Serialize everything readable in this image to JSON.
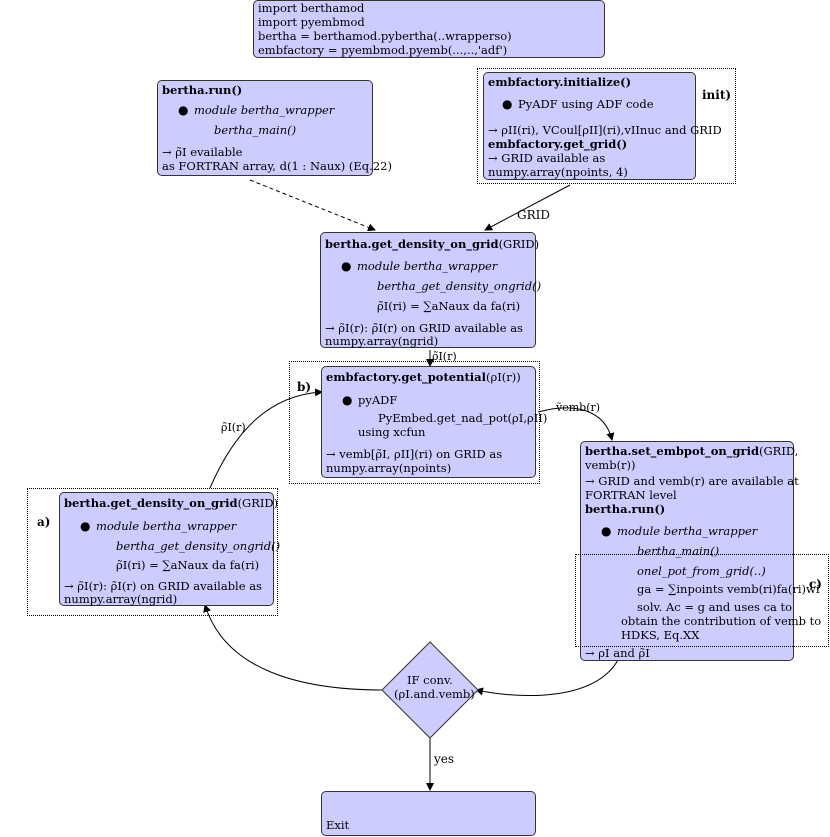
{
  "imports": {
    "lines": [
      "import berthamod",
      "import pyembmod",
      "bertha = berthamod.pybertha(..wrapperso)",
      "embfactory = pyembmod.pyemb(...,..,'adf')"
    ]
  },
  "bertha_run": {
    "title": "bertha.run()",
    "item1": "module bertha_wrapper",
    "item2": "bertha_main()",
    "line1": "→ ρ̃I evailable",
    "line2": "as FORTRAN array, d(1 : Naux) (Eq.22)"
  },
  "emb_init": {
    "title": "embfactory.initialize()",
    "item1": "PyADF using ADF code",
    "line1": "→ ρII(ri), VCoul[ρII](ri),vIInuc and GRID",
    "title2": "embfactory.get_grid()",
    "line2": "→ GRID available as",
    "line3": "numpy.array(npoints, 4)",
    "side_label": "init)"
  },
  "density_top": {
    "title_bold": "bertha.get_density_on_grid",
    "title_rest": "(GRID)",
    "item1": "module bertha_wrapper",
    "item2": "bertha_get_density_ongrid()",
    "formula": "ρ̃I(ri) = ∑aNaux da fa(ri)",
    "line1": "→ ρ̃I(r): ρ̃I(r) on GRID available as",
    "line2": "numpy.array(ngrid)"
  },
  "potential": {
    "title_bold": "embfactory.get_potential",
    "title_rest": "(ρI(r))",
    "item1": "pyADF",
    "item2": "PyEmbed.get_nad_pot(ρI,ρII)",
    "item3": "using xcfun",
    "line1": "→ vemb[ρ̃I, ρII](ri) on GRID as",
    "line2": "numpy.array(npoints)",
    "side_label": "b)"
  },
  "density_left": {
    "title_bold": "bertha.get_density_on_grid",
    "title_rest": "(GRID)",
    "item1": "module bertha_wrapper",
    "item2": "bertha_get_density_ongrid()",
    "formula": "ρ̃I(ri) = ∑aNaux da fa(ri)",
    "line1": "→ ρ̃I(r): ρ̃I(r) on GRID available as",
    "line2": "numpy.array(ngrid)",
    "side_label": "a)"
  },
  "embpot": {
    "title_bold": "bertha.set_embpot_on_grid",
    "title_rest": "(GRID,",
    "title_line2": "vemb(r))",
    "line1": "→ GRID and vemb(r) are available at",
    "line2": "FORTRAN level",
    "title2": "bertha.run()",
    "item1": "module bertha_wrapper",
    "item2": "bertha_main()",
    "item3": "onel_pot_from_grid(..)",
    "formula": "ga = ∑inpoints vemb(ri)fa(ri)wi",
    "line3": "solv. Ac = g and uses ca to",
    "line4": "obtain the contribution of vemb to",
    "line5": "HDKS, Eq.XX",
    "line6": "→ ρI and ρ̃I",
    "side_label": "c)"
  },
  "decision": {
    "line1": "IF conv.",
    "line2": "(ρI.and.vemb)"
  },
  "exit": {
    "label": "Exit"
  },
  "edge_labels": {
    "grid": "GRID",
    "rho_top": "ρ̃I(r)",
    "rho_left": "ρ̃I(r)",
    "vemb": "ṽemb(r)",
    "yes": "yes"
  }
}
